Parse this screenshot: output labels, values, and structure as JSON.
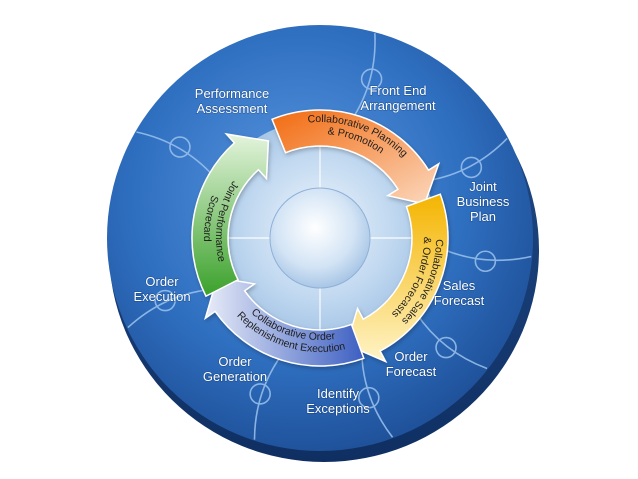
{
  "outer_segments": [
    {
      "id": "performance-assessment",
      "lines": [
        "Performance",
        "Assessment"
      ]
    },
    {
      "id": "front-end-arrangement",
      "lines": [
        "Front End",
        "Arrangement"
      ]
    },
    {
      "id": "joint-business-plan",
      "lines": [
        "Joint",
        "Business",
        "Plan"
      ]
    },
    {
      "id": "sales-forecast",
      "lines": [
        "Sales",
        "Forecast"
      ]
    },
    {
      "id": "order-forecast",
      "lines": [
        "Order",
        "Forecast"
      ]
    },
    {
      "id": "identify-exceptions",
      "lines": [
        "Identify",
        "Exceptions"
      ]
    },
    {
      "id": "order-generation",
      "lines": [
        "Order",
        "Generation"
      ]
    },
    {
      "id": "order-execution",
      "lines": [
        "Order",
        "Execution"
      ]
    }
  ],
  "cycle_stages": [
    {
      "id": "collaborative-planning-promotion",
      "lines": [
        "Collaborative Planning",
        "& Promotion"
      ]
    },
    {
      "id": "collaborative-sales-order-forecasts",
      "lines": [
        "Collaborative Sales",
        "& Order Forecasts"
      ]
    },
    {
      "id": "collaborative-order-replenishment-execution",
      "lines": [
        "Collaborative Order",
        "Replenishment Execution"
      ]
    },
    {
      "id": "joint-performance-scorecard",
      "lines": [
        "Joint Performance",
        "Scorecard"
      ]
    }
  ],
  "colors": {
    "disc_blue": "#2f6fc0",
    "disc_dark": "#1f4f95",
    "stage_orange": "#f07a1e",
    "stage_yellow": "#f5c21a",
    "stage_blue": "#4d6fc9",
    "stage_green": "#3fa32e"
  }
}
